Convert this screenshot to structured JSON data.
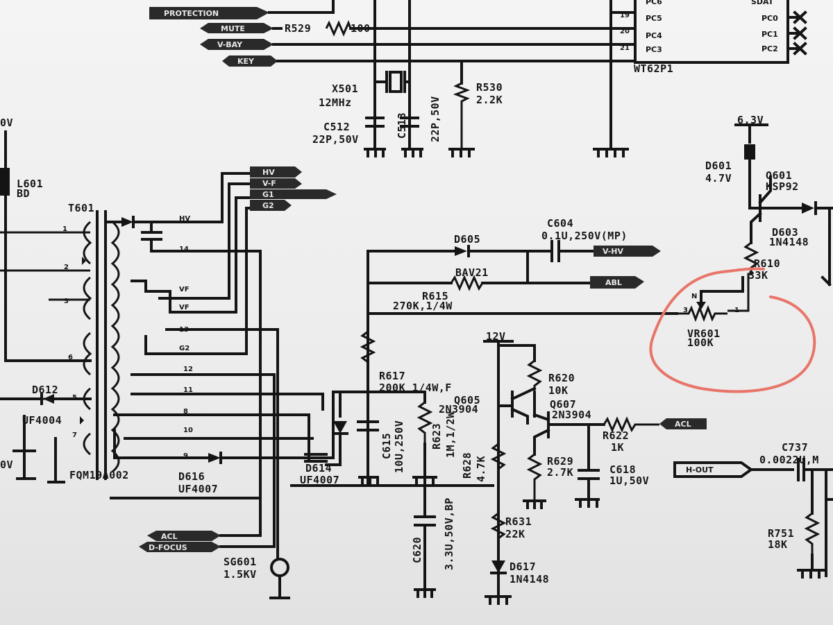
{
  "schematic": {
    "components": {
      "x501": {
        "ref": "X501",
        "value": "12MHz"
      },
      "c512": {
        "ref": "C512",
        "value": "22P,50V"
      },
      "c513": {
        "ref": "C513",
        "value": "22P,50V"
      },
      "r530": {
        "ref": "R530",
        "value": "2.2K"
      },
      "r529": {
        "ref": "R529",
        "value": "100"
      },
      "mcu": {
        "ref": "WT62P1",
        "pins_left": [
          "PC5",
          "PC4",
          "PC3"
        ],
        "pin_nums": [
          "19",
          "20",
          "21"
        ],
        "pins_right": [
          "PC0",
          "PC1",
          "PC2"
        ],
        "top_pins": [
          "PC6",
          "SDAT"
        ]
      },
      "l601": {
        "ref": "L601",
        "value": "BD"
      },
      "t601": {
        "ref": "T601",
        "part": "FQM19A002"
      },
      "d612": {
        "ref": "D612",
        "value": "UF4004"
      },
      "d614": {
        "ref": "D614",
        "value": "UF4007"
      },
      "d616": {
        "ref": "D616",
        "value": "UF4007"
      },
      "d605": {
        "ref": "D605",
        "value": "BAV21"
      },
      "c604": {
        "ref": "C604",
        "value": "0.1U,250V(MP)"
      },
      "r615": {
        "ref": "R615",
        "value": "270K,1/4W"
      },
      "r617": {
        "ref": "R617",
        "value": "200K 1/4W,F"
      },
      "c615": {
        "ref": "C615",
        "value": "10U,250V"
      },
      "r623": {
        "ref": "R623",
        "value": "1M,1/2W"
      },
      "c620": {
        "ref": "C620",
        "value": "3.3U,50V,BP"
      },
      "q605": {
        "ref": "Q605",
        "value": "2N3904"
      },
      "q607": {
        "ref": "Q607",
        "value": "2N3904"
      },
      "r620": {
        "ref": "R620",
        "value": "10K"
      },
      "r622": {
        "ref": "R622",
        "value": "1K"
      },
      "r628": {
        "ref": "R628",
        "value": "4.7K"
      },
      "r629": {
        "ref": "R629",
        "value": "2.7K"
      },
      "c618": {
        "ref": "C618",
        "value": "1U,50V"
      },
      "r631": {
        "ref": "R631",
        "value": "22K"
      },
      "d617": {
        "ref": "D617",
        "value": "1N4148"
      },
      "sg601": {
        "ref": "SG601",
        "value": "1.5KV"
      },
      "d601": {
        "ref": "D601",
        "value": "4.7V"
      },
      "q601": {
        "ref": "Q601",
        "value": "KSP92"
      },
      "d603": {
        "ref": "D603",
        "value": "1N4148"
      },
      "r610": {
        "ref": "R610",
        "value": "33K"
      },
      "vr601": {
        "ref": "VR601",
        "value": "100K"
      },
      "c737": {
        "ref": "C737",
        "value": "0.0022U,M"
      },
      "r751": {
        "ref": "R751",
        "value": "18K"
      }
    },
    "nets": {
      "protection": "PROTECTION",
      "mute": "MUTE",
      "vbay": "V-BAY",
      "key": "KEY",
      "hv": "HV",
      "vf": "V-F",
      "g2": "G2",
      "g1": "G1",
      "vhv": "V-HV",
      "abl": "ABL",
      "dfocus": "D-FOCUS",
      "acl": "ACL",
      "hout": "H-OUT",
      "v12": "12V",
      "v63": "6.3V",
      "left_rail": "0V"
    },
    "pin_labels": {
      "p1": "1",
      "p2": "2",
      "p3": "3",
      "p6": "6",
      "p5": "5",
      "p7": "7",
      "p14": "14",
      "p13": "13",
      "p12": "12",
      "p11": "11",
      "p8": "8",
      "p10": "10",
      "p9": "9",
      "hv": "HV",
      "vf1": "VF",
      "vf2": "VF",
      "g2": "G2",
      "vr_n": "N",
      "vr_3": "3",
      "vr_1": "1"
    }
  }
}
